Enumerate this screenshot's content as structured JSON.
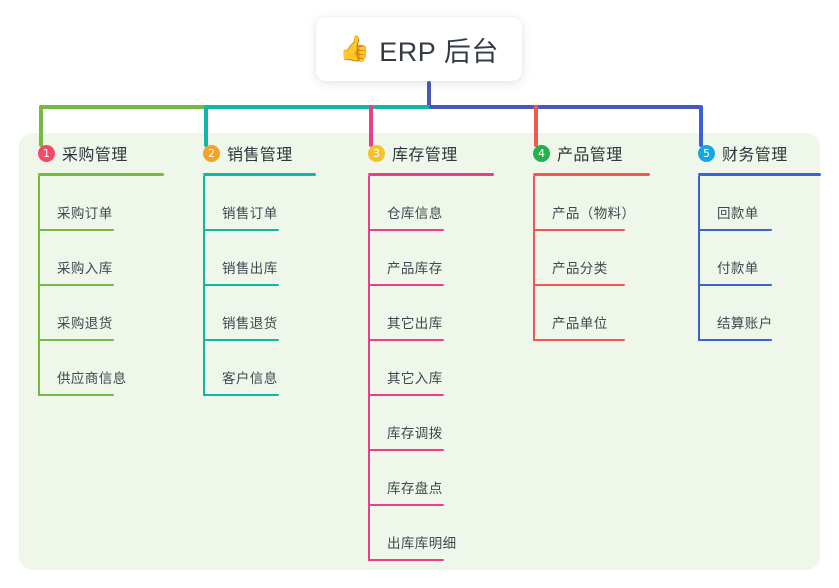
{
  "root": {
    "icon": "thumbs-up-emoji",
    "emoji": "👍",
    "title": "ERP 后台"
  },
  "theme": {
    "page_background": "#ffffff",
    "panel_background": "#eef7e9",
    "root_connector": "#4b55bd",
    "text": "#2f353d"
  },
  "columns": [
    {
      "number": "1",
      "title": "采购管理",
      "badge_color": "#f34a68",
      "line_color": "#74b942",
      "items": [
        "采购订单",
        "采购入库",
        "采购退货",
        "供应商信息"
      ]
    },
    {
      "number": "2",
      "title": "销售管理",
      "badge_color": "#f5a22b",
      "line_color": "#13b5a5",
      "items": [
        "销售订单",
        "销售出库",
        "销售退货",
        "客户信息"
      ]
    },
    {
      "number": "3",
      "title": "库存管理",
      "badge_color": "#f5c32b",
      "line_color": "#ec3d8c",
      "items": [
        "仓库信息",
        "产品库存",
        "其它出库",
        "其它入库",
        "库存调拨",
        "库存盘点",
        "出库库明细"
      ]
    },
    {
      "number": "4",
      "title": "产品管理",
      "badge_color": "#22b14c",
      "line_color": "#f2584f",
      "items": [
        "产品（物料）",
        "产品分类",
        "产品单位"
      ]
    },
    {
      "number": "5",
      "title": "财务管理",
      "badge_color": "#18a6e0",
      "line_color": "#3b61d8",
      "items": [
        "回款单",
        "付款单",
        "结算账户"
      ]
    }
  ]
}
